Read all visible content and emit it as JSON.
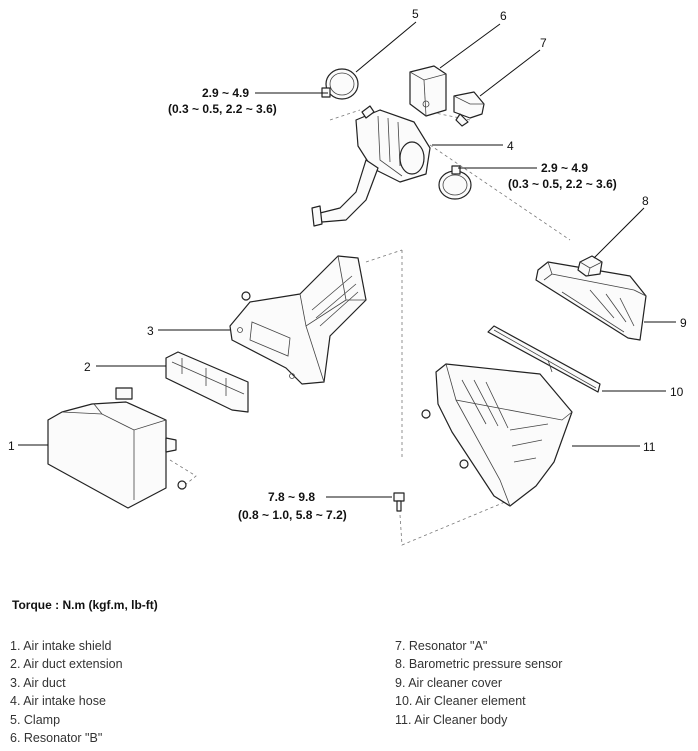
{
  "callouts": [
    "1",
    "2",
    "3",
    "4",
    "5",
    "6",
    "7",
    "8",
    "9",
    "10",
    "11"
  ],
  "torques": [
    {
      "line1": "2.9 ~ 4.9",
      "line2": "(0.3 ~ 0.5, 2.2 ~ 3.6)"
    },
    {
      "line1": "2.9 ~ 4.9",
      "line2": "(0.3 ~ 0.5, 2.2 ~ 3.6)"
    },
    {
      "line1": "7.8 ~ 9.8",
      "line2": "(0.8 ~ 1.0, 5.8 ~ 7.2)"
    }
  ],
  "torque_heading": "Torque : N.m (kgf.m, lb-ft)",
  "legend_left": [
    "1. Air intake shield",
    "2. Air duct extension",
    "3. Air duct",
    "4. Air intake hose",
    "5. Clamp",
    "6. Resonator \"B\""
  ],
  "legend_right": [
    "7. Resonator \"A\"",
    "8. Barometric pressure sensor",
    "9. Air cleaner cover",
    "10. Air Cleaner element",
    "11. Air Cleaner body"
  ]
}
